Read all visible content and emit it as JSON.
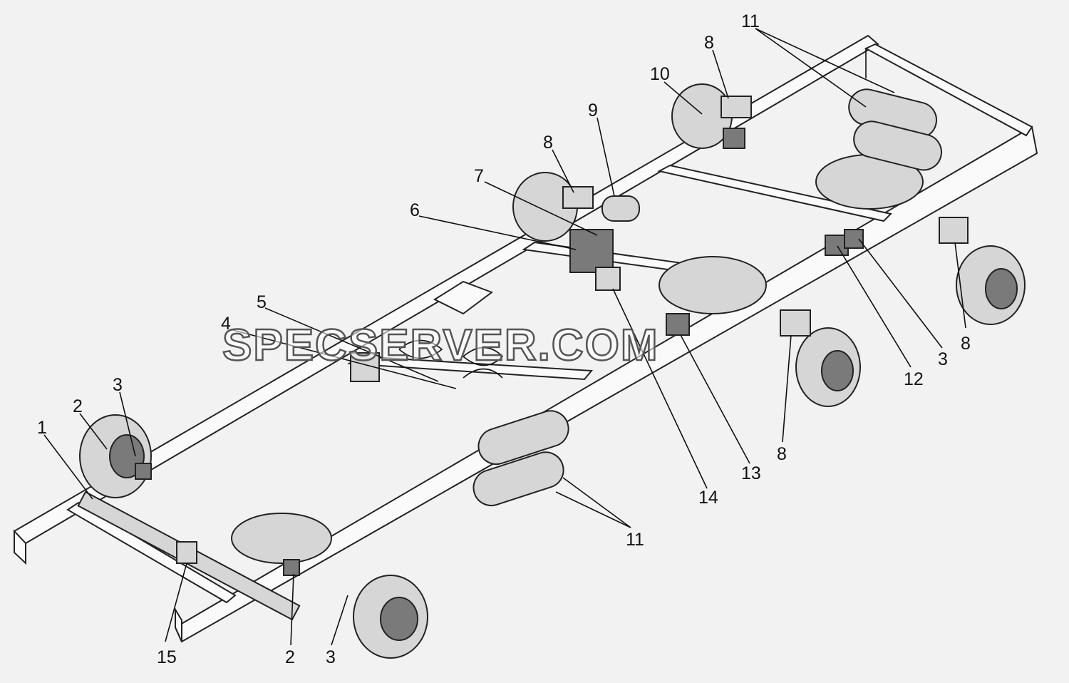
{
  "watermark": "SPECSERVER.COM",
  "colors": {
    "background": "#f2f2f2",
    "line": "#222222",
    "part_fill": "#d6d6d6",
    "dark_fill": "#7a7a7a"
  },
  "callouts": {
    "c1": "1",
    "c2a": "2",
    "c2b": "2",
    "c3a": "3",
    "c3b": "3",
    "c3c": "3",
    "c4": "4",
    "c5": "5",
    "c6": "6",
    "c7": "7",
    "c8a": "8",
    "c8b": "8",
    "c8c": "8",
    "c8d": "8",
    "c9": "9",
    "c10": "10",
    "c11a": "11",
    "c11b": "11",
    "c12": "12",
    "c13": "13",
    "c14": "14",
    "c15": "15"
  }
}
